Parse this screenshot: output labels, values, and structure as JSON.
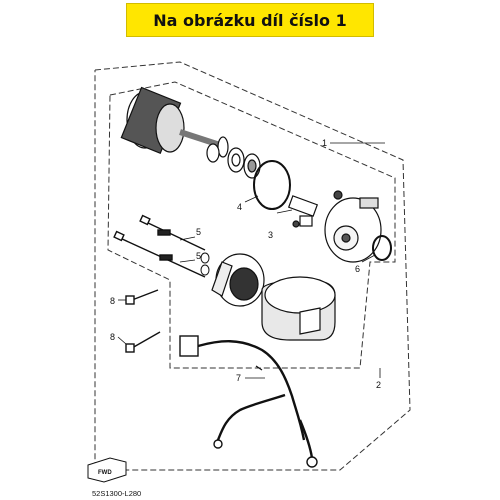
{
  "banner": {
    "text": "Na obrázku díl číslo 1",
    "color": "#ffe600"
  },
  "callouts": {
    "c1": "1",
    "c2": "2",
    "c3": "3",
    "c4": "4",
    "c5a": "5",
    "c5b": "5",
    "c6": "6",
    "c7": "7",
    "c8a": "8",
    "c8b": "8"
  },
  "fwd_label": "FWD",
  "diagram_code": "52S1300-L280"
}
